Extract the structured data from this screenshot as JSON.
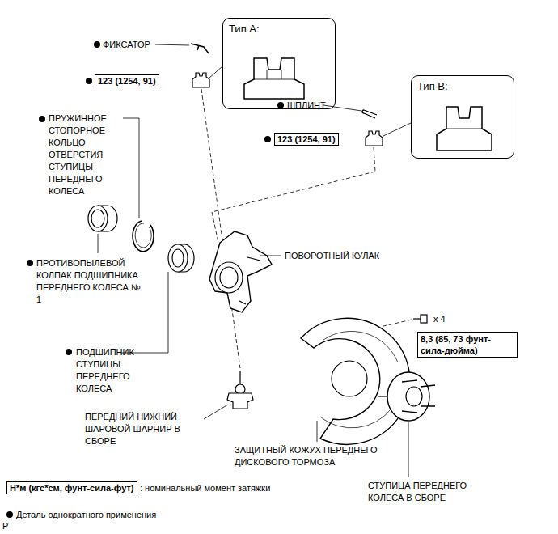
{
  "diagram": {
    "nodes": [
      {
        "text": [
          "Тип А:"
        ]
      },
      {
        "text": [
          "123 (1254, 91)"
        ]
      },
      {
        "text": [
          "Тип В:"
        ]
      },
      {
        "text": [
          "123 (1254, 91)"
        ]
      },
      {
        "text": [
          "8,3 (85, 73 фунт-сила-дюйма)"
        ]
      },
      {
        "text": [
          "Н*м (кгс*см, фунт-сила-фут)"
        ]
      }
    ],
    "labels": [
      "ФИКСАТОР",
      "ПРУЖИННОЕ СТОПОРНОЕ КОЛЬЦО ОТВЕРСТИЯ СТУПИЦЫ ПЕРЕДНЕГО КОЛЕСА",
      "ШПЛИНТ",
      "ПРОТИВОПЫЛЕВОЙ КОЛПАК ПОДШИПНИКА ПЕРЕДНЕГО КОЛЕСА № 1",
      "ПОВОРОТНЫЙ КУЛАК",
      "x 4",
      "ПОДШИПНИК СТУПИЦЫ ПЕРЕДНЕГО КОЛЕСА",
      "ПЕРЕДНИЙ НИЖНИЙ ШАРОВОЙ ШАРНИР В СБОРЕ",
      "ЗАЩИТНЫЙ КОЖУХ ПЕРЕДНЕГО ДИСКОВОГО ТОРМОЗА",
      "СТУПИЦА ПЕРЕДНЕГО КОЛЕСА В СБОРЕ",
      ": номинальный момент затяжки",
      "P"
    ],
    "legend": [
      {
        "text": "Деталь однократного применения"
      }
    ]
  }
}
